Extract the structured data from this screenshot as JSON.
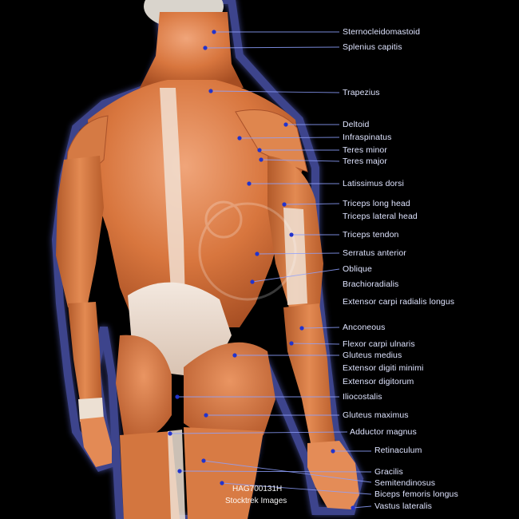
{
  "labels": [
    "Sternocleidomastoid",
    "Splenius capitis",
    "Trapezius",
    "Deltoid",
    "Infraspinatus",
    "Teres minor",
    "Teres major",
    "Latissimus dorsi",
    "Triceps long head",
    "Triceps lateral head",
    "Triceps tendon",
    "Serratus anterior",
    "Oblique",
    "Brachioradialis",
    "Extensor carpi radialis longus",
    "Anconeous",
    "Flexor carpi ulnaris",
    "Gluteus medius",
    "Extensor digiti minimi",
    "Extensor digitorum",
    "Iliocostalis",
    "Gluteus maximus",
    "Adductor magnus",
    "Retinaculum",
    "Gracilis",
    "Semitendinosus",
    "Biceps femoris longus",
    "Vastus lateralis"
  ],
  "watermark": {
    "id": "HAG700131H",
    "credit": "Stocktrek Images"
  },
  "colors": {
    "background": "#000000",
    "muscle": "#d8763e",
    "leader_line": "#8ea0ff",
    "dot": "#2233cc",
    "label_text": "#dfe4ff"
  }
}
